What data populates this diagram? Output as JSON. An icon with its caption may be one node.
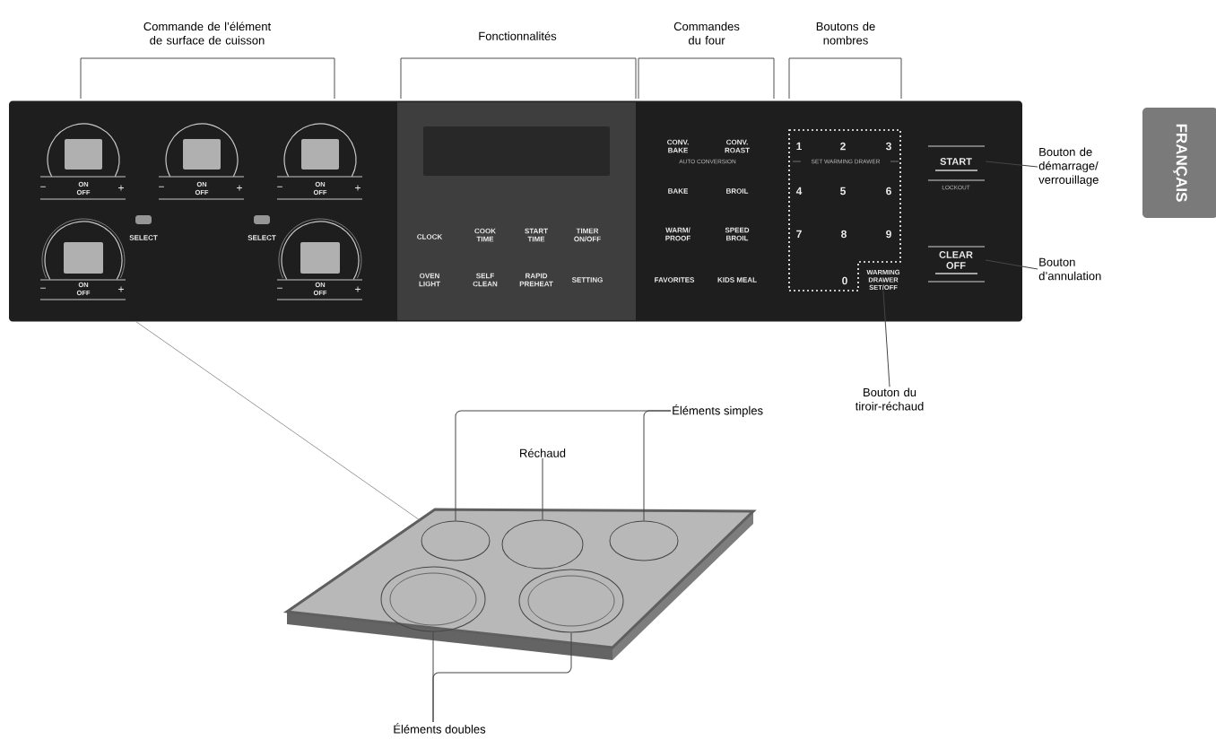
{
  "diagram": {
    "nodes": [
      {
        "text": [],
        "shape": "box"
      },
      {
        "text": [
          "START"
        ],
        "in": 0
      },
      {
        "text": [
          "CLEAR OFF"
        ],
        "in": 0
      },
      {
        "text": [
          "WARMING DRAWER SET/OFF"
        ],
        "in": 0
      },
      {
        "text": [
          "Bouton de démarrage/ verrouillage"
        ]
      },
      {
        "text": [
          "Bouton d’annulation"
        ]
      },
      {
        "text": [
          "Bouton du tiroir-réchaud"
        ]
      },
      {
        "text": [
          "FRANÇAIS"
        ]
      },
      {
        "text": [],
        "shape": "picture"
      },
      {
        "text": [],
        "shape": "circle",
        "in": 8
      },
      {
        "text": [],
        "shape": "circle",
        "in": 8
      },
      {
        "text": [],
        "shape": "circle",
        "in": 8
      },
      {
        "text": [],
        "shape": "circle",
        "in": 8
      },
      {
        "text": [],
        "shape": "circle",
        "in": 8
      },
      {
        "text": [
          "Éléments simples"
        ]
      },
      {
        "text": [
          "Réchaud"
        ]
      },
      {
        "text": [
          "Éléments doubles"
        ]
      }
    ],
    "edges": [
      {
        "from": 4,
        "to": 1,
        "arrow": "none"
      },
      {
        "from": 5,
        "to": 2,
        "arrow": "none"
      },
      {
        "from": 6,
        "to": 3,
        "arrow": "none"
      },
      {
        "from": 14,
        "to": 9,
        "arrow": "none"
      },
      {
        "from": 14,
        "to": 11,
        "arrow": "none"
      },
      {
        "from": 15,
        "to": 10,
        "arrow": "none"
      },
      {
        "from": 16,
        "to": 12,
        "arrow": "none"
      },
      {
        "from": 16,
        "to": 13,
        "arrow": "none"
      },
      {
        "from": 0,
        "to": 8,
        "arrow": "none"
      }
    ],
    "labels": [
      "Commande de l’élément de surface de cuisson",
      "Fonctionnalités",
      "Commandes du four",
      "Boutons de nombres",
      "−",
      "ON OFF",
      "+",
      "−",
      "ON OFF",
      "+",
      "−",
      "ON OFF",
      "+",
      "−",
      "ON OFF",
      "+",
      "SELECT",
      "SELECT",
      "−",
      "ON OFF",
      "+",
      "CLOCK",
      "COOK TIME",
      "START TIME",
      "TIMER ON/OFF",
      "OVEN LIGHT",
      "SELF CLEAN",
      "RAPID PREHEAT",
      "SETTING",
      "CONV. BAKE",
      "CONV. ROAST",
      "AUTO CONVERSION",
      "BAKE",
      "BROIL",
      "WARM/ PROOF",
      "SPEED BROIL",
      "FAVORITES",
      "KIDS MEAL",
      "1",
      "2",
      "3",
      "SET WARMING DRAWER",
      "4",
      "5",
      "6",
      "7",
      "8",
      "9",
      "0",
      "LOCKOUT"
    ]
  }
}
